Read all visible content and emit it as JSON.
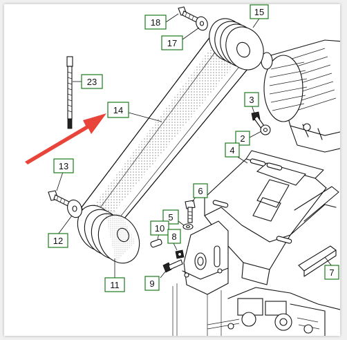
{
  "callouts": [
    {
      "id": "c18",
      "text": "18"
    },
    {
      "id": "c15",
      "text": "15"
    },
    {
      "id": "c17",
      "text": "17"
    },
    {
      "id": "c23",
      "text": "23"
    },
    {
      "id": "c14",
      "text": "14"
    },
    {
      "id": "c3",
      "text": "3"
    },
    {
      "id": "c2",
      "text": "2"
    },
    {
      "id": "c4",
      "text": "4"
    },
    {
      "id": "c13",
      "text": "13"
    },
    {
      "id": "c6",
      "text": "6"
    },
    {
      "id": "c5",
      "text": "5"
    },
    {
      "id": "c10",
      "text": "10"
    },
    {
      "id": "c8",
      "text": "8"
    },
    {
      "id": "c12",
      "text": "12"
    },
    {
      "id": "c9",
      "text": "9"
    },
    {
      "id": "c11",
      "text": "11"
    },
    {
      "id": "c7",
      "text": "7"
    }
  ],
  "colors": {
    "callout_border": "#1a7a1a",
    "arrow": "#e8443a",
    "line": "#111111"
  }
}
